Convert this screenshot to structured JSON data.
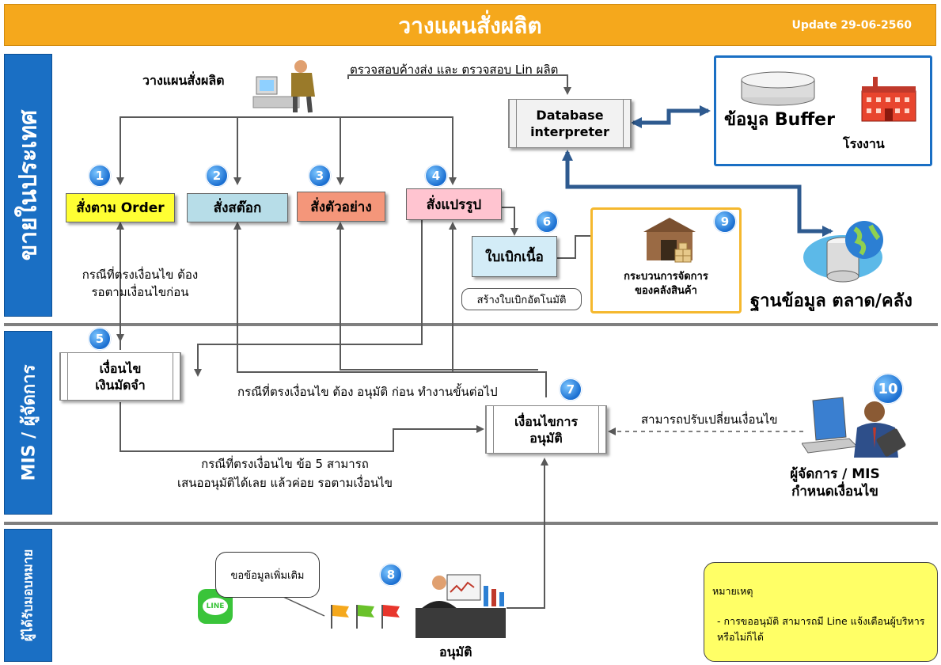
{
  "header": {
    "title": "วางแผนสั่งผลิต",
    "update": "Update 29-06-2560"
  },
  "sidebar": {
    "sales": "ขายในประเทศ",
    "mis": "MIS / ผู้จัดการ",
    "assignee": "ผู้ได้รับมอบหมาย"
  },
  "planner": {
    "label": "วางแผนสั่งผลิต",
    "check_text": "ตรวจสอบค้างส่ง และ ตรวจสอบ Lin ผลิต"
  },
  "steps": {
    "s1": {
      "num": "1",
      "label": "สั่งตาม Order"
    },
    "s2": {
      "num": "2",
      "label": "สั่งสต๊อก"
    },
    "s3": {
      "num": "3",
      "label": "สั่งตัวอย่าง"
    },
    "s4": {
      "num": "4",
      "label": "สั่งแปรรูป"
    },
    "s5": {
      "num": "5",
      "line1": "เงื่อนไข",
      "line2": "เงินมัดจำ"
    },
    "s6": {
      "num": "6",
      "label": "ใบเบิกเนื้อ",
      "sub": "สร้างใบเบิกอัตโนมัติ"
    },
    "s7": {
      "num": "7",
      "line1": "เงื่อนไขการ",
      "line2": "อนุมัติ"
    },
    "s8": {
      "num": "8",
      "label": "อนุมัติ",
      "bubble": "ขอข้อมูลเพิ่มเติม",
      "line_icon": "LINE"
    },
    "s9": {
      "num": "9",
      "line1": "กระบวนการจัดการ",
      "line2": "ของคลังสินค้า"
    },
    "s10": {
      "num": "10",
      "line1": "ผู้จัดการ / MIS",
      "line2": "กำหนดเงื่อนไข"
    }
  },
  "database": {
    "line1": "Database",
    "line2": "interpreter"
  },
  "buffer": {
    "label": "ข้อมูล Buffer",
    "factory": "โรงงาน"
  },
  "market_db": {
    "label": "ฐานข้อมูล ตลาด/คลัง"
  },
  "notes": {
    "cond_wait_1": "กรณีที่ตรงเงื่อนไข ต้อง",
    "cond_wait_2": "รอตามเงื่อนไขก่อน",
    "cond_approve": "กรณีที่ตรงเงื่อนไข ต้อง อนุมัติ ก่อน ทำงานขั้นต่อไป",
    "cond_five_1": "กรณีที่ตรงเงื่อนไข ข้อ 5 สามารถ",
    "cond_five_2": "เสนออนุมัติได้เลย แล้วค่อย รอตามเงื่อนไข",
    "adjust": "สามารถปรับเปลี่ยนเงื่อนไข"
  },
  "remark": {
    "title": "หมายเหตุ",
    "body": "- การขออนุมัติ สามารถมี Line แจ้งเตือนผู้บริหาร หรือไม่ก็ได้"
  },
  "colors": {
    "header": "#f5a81c",
    "sidebar": "#1a6fc4",
    "order": "#ffff33",
    "stock": "#b7dde8",
    "sample": "#f4967a",
    "convert": "#ffc4d0",
    "requisition": "#d3ecf7",
    "remark": "#ffff66",
    "arrow": "#595959",
    "db_arrow": "#2e5a8f"
  }
}
